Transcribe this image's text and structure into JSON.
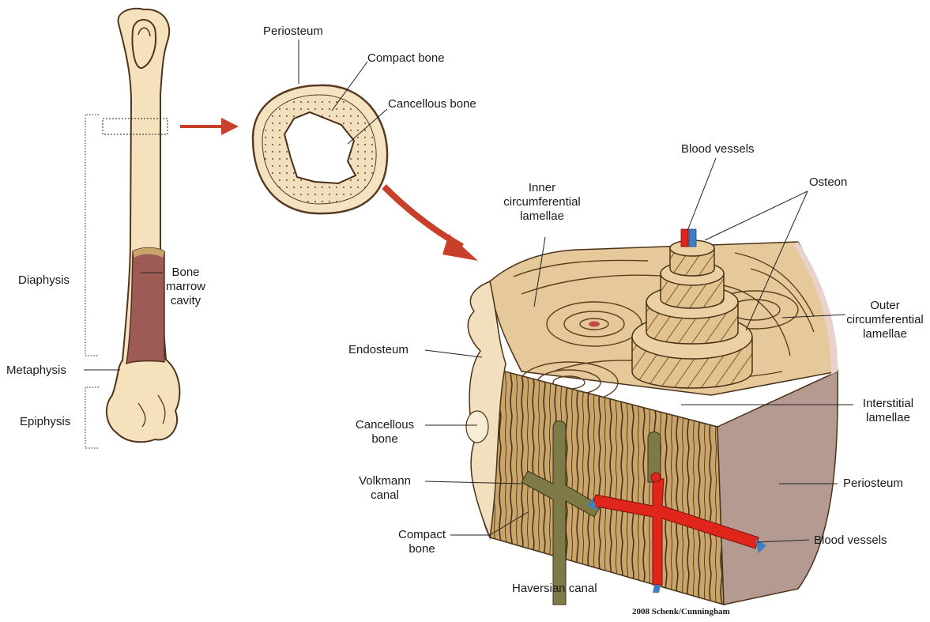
{
  "diagram": {
    "colors": {
      "bone_light": "#f3dfb8",
      "bone_outline": "#6b4a2a",
      "marrow": "#9e5a55",
      "arrow": "#c8402a",
      "vessel_red": "#e0251b",
      "vessel_blue": "#3d7fc1",
      "canal": "#7d7a48",
      "periosteum": "#b59a92"
    },
    "labels": {
      "periosteum_top": "Periosteum",
      "compact_bone_top": "Compact bone",
      "cancellous_bone_top": "Cancellous bone",
      "diaphysis": "Diaphysis",
      "metaphysis": "Metaphysis",
      "epiphysis": "Epiphysis",
      "bone_marrow_cavity": [
        "Bone",
        "marrow",
        "cavity"
      ],
      "blood_vessels_top": "Blood vessels",
      "osteon": "Osteon",
      "inner_circumferential": [
        "Inner",
        "circumferential",
        "lamellae"
      ],
      "outer_circumferential": [
        "Outer",
        "circumferential",
        "lamellae"
      ],
      "endosteum": "Endosteum",
      "cancellous_bone_left": [
        "Cancellous",
        "bone"
      ],
      "interstitial": [
        "Interstitial",
        "lamellae"
      ],
      "volkmann": [
        "Volkmann",
        "canal"
      ],
      "periosteum_right": "Periosteum",
      "compact_bone_bottom": [
        "Compact",
        "bone"
      ],
      "blood_vessels_bottom": "Blood vessels",
      "haversian": "Haversian canal"
    },
    "credit": "2008 Schenk/Cunningham"
  }
}
